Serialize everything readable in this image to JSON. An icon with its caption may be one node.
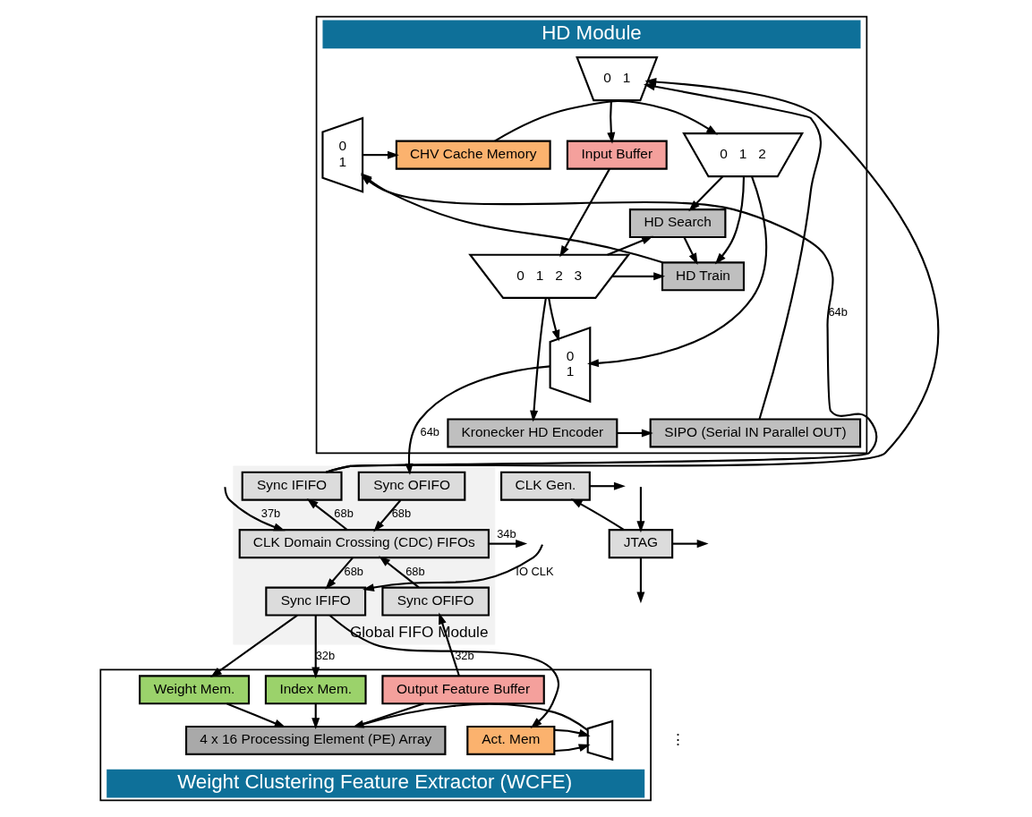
{
  "diagram": {
    "nodes": [
      {
        "text": [
          "HD Module"
        ]
      },
      {
        "text": [
          "0",
          "1"
        ],
        "in": 0
      },
      {
        "text": [
          "CHV Cache Memory"
        ],
        "in": 0
      },
      {
        "text": [
          "0",
          "1",
          "2"
        ],
        "in": 0
      },
      {
        "text": [
          "Input Buffer"
        ],
        "in": 0
      },
      {
        "text": [
          "HD Search"
        ],
        "in": 0
      },
      {
        "text": [
          "0",
          "1",
          "2",
          "3"
        ],
        "in": 0
      },
      {
        "text": [
          "HD Train"
        ],
        "in": 0
      },
      {
        "text": [
          "0",
          "1"
        ],
        "in": 0
      },
      {
        "text": [
          "0",
          "1"
        ],
        "in": 0
      },
      {
        "text": [
          "Kronecker HD Encoder"
        ],
        "in": 0
      },
      {
        "text": [
          "SIPO (Serial IN Parallel OUT)"
        ],
        "in": 0
      },
      {
        "text": [
          "Global FIFO Module"
        ]
      },
      {
        "text": [
          "CLK Gen."
        ]
      },
      {
        "text": [
          "Sync OFIFO"
        ],
        "in": 12
      },
      {
        "text": [
          "Sync IFIFO"
        ],
        "in": 12
      },
      {
        "text": [
          "CLK Domain Crossing (CDC) FIFOs"
        ],
        "in": 12
      },
      {
        "text": [
          "JTAG"
        ]
      },
      {
        "text": [
          "Sync IFIFO"
        ],
        "in": 12
      },
      {
        "text": [
          "Sync OFIFO"
        ],
        "in": 12
      },
      {
        "text": [
          "Weight Clustering Feature Extractor (WCFE)"
        ]
      },
      {
        "text": [
          "Output Feature Buffer"
        ],
        "in": 20
      },
      {
        "text": [
          "Index Mem."
        ],
        "in": 20
      },
      {
        "text": [
          "Weight Mem."
        ],
        "in": 20
      },
      {
        "text": [
          "4 x 16 Processing Element (PE) Array"
        ],
        "in": 20
      },
      {
        "text": [
          "Act. Mem"
        ],
        "in": 20
      },
      {
        "text": [],
        "shape": "trapezoid",
        "in": 20
      }
    ],
    "edges": [
      {
        "from": 1,
        "to": 4,
        "arrow": "to"
      },
      {
        "from": 4,
        "to": 6,
        "arrow": "to"
      },
      {
        "from": 2,
        "to": 3,
        "arrow": "to"
      },
      {
        "from": 3,
        "to": 9,
        "arrow": "to"
      },
      {
        "from": 3,
        "to": 7,
        "arrow": "to"
      },
      {
        "from": 3,
        "to": 5,
        "arrow": "to"
      },
      {
        "from": 6,
        "to": 10,
        "arrow": "to"
      },
      {
        "from": 6,
        "to": 9,
        "arrow": "to"
      },
      {
        "from": 6,
        "to": 7,
        "arrow": "to"
      },
      {
        "from": 6,
        "to": 5,
        "arrow": "to"
      },
      {
        "from": 5,
        "to": 7,
        "arrow": "to"
      },
      {
        "from": 7,
        "to": 8,
        "arrow": "to"
      },
      {
        "from": 8,
        "to": 2,
        "arrow": "to"
      },
      {
        "from": 10,
        "to": 11,
        "arrow": "to"
      },
      {
        "from": 11,
        "to": 1,
        "arrow": "to"
      },
      {
        "from": 9,
        "to": 14,
        "arrow": "to",
        "label": "64b"
      },
      {
        "from": 15,
        "to": 8,
        "arrow": "to",
        "label": "64b"
      },
      {
        "from": 15,
        "to": 1,
        "arrow": "to"
      },
      {
        "from": 14,
        "to": 16,
        "arrow": "to",
        "label": "68b"
      },
      {
        "from": 16,
        "to": 15,
        "arrow": "to",
        "label": "68b"
      },
      {
        "from": 16,
        "to": 18,
        "arrow": "to",
        "label": "68b"
      },
      {
        "from": 19,
        "to": 16,
        "arrow": "to",
        "label": "68b"
      },
      {
        "from": null,
        "to": 16,
        "arrow": "to",
        "label": "37b"
      },
      {
        "from": 16,
        "to": null,
        "arrow": "to",
        "label": "34b"
      },
      {
        "from": 13,
        "to": null,
        "arrow": "to"
      },
      {
        "from": 17,
        "to": 13,
        "arrow": "to"
      },
      {
        "from": null,
        "to": 17,
        "arrow": "to"
      },
      {
        "from": 17,
        "to": null,
        "arrow": "to"
      },
      {
        "from": 17,
        "to": null,
        "arrow": "to"
      },
      {
        "from": null,
        "to": 18,
        "arrow": "to",
        "label": "IO CLK"
      },
      {
        "from": 18,
        "to": 22,
        "arrow": "to",
        "label": "32b"
      },
      {
        "from": 18,
        "to": 23,
        "arrow": "to"
      },
      {
        "from": 18,
        "to": 25,
        "arrow": "to"
      },
      {
        "from": 21,
        "to": 19,
        "arrow": "to",
        "label": "32b"
      },
      {
        "from": 24,
        "to": 21,
        "arrow": "none"
      },
      {
        "from": 23,
        "to": 24,
        "arrow": "to"
      },
      {
        "from": 22,
        "to": 24,
        "arrow": "to"
      },
      {
        "from": 25,
        "to": 26,
        "arrow": "to"
      },
      {
        "from": 25,
        "to": 26,
        "arrow": "to"
      },
      {
        "from": 26,
        "to": 24,
        "arrow": "to"
      }
    ],
    "labels": [
      "⋮"
    ]
  }
}
